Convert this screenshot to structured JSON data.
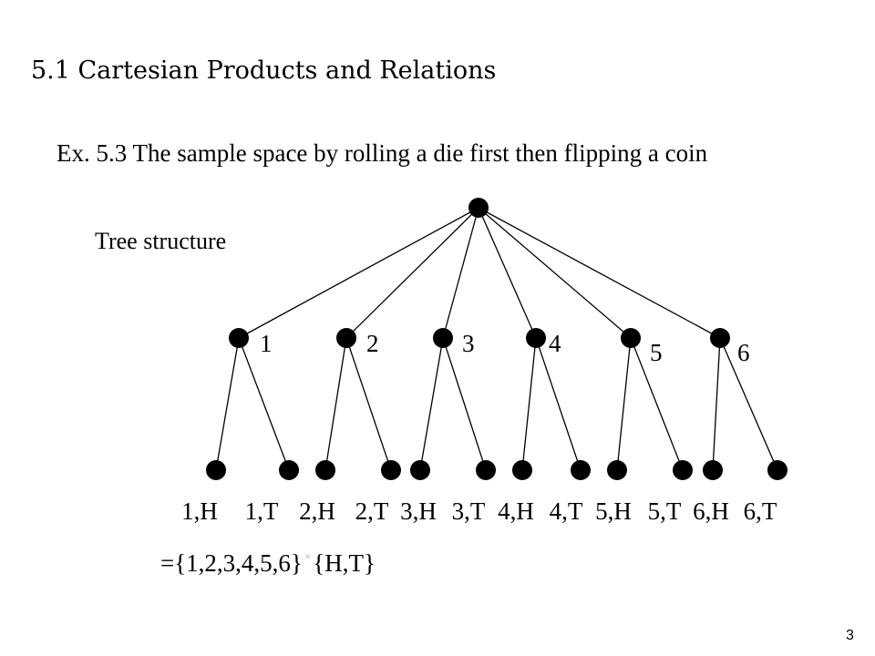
{
  "slide": {
    "title": "5.1 Cartesian Products and Relations",
    "subtitle": "Ex. 5.3 The sample space by rolling a die first then flipping a coin",
    "tree_label": "Tree structure",
    "set_expression": {
      "left": "={1,2,3,4,5,6}",
      "operator": "×",
      "right": "{H,T}"
    },
    "page_number": "3"
  },
  "tree": {
    "die_labels": [
      "1",
      "2",
      "3",
      "4",
      "5",
      "6"
    ],
    "outcomes": [
      "1,H",
      "1,T",
      "2,H",
      "2,T",
      "3,H",
      "3,T",
      "4,H",
      "4,T",
      "5,H",
      "5,T",
      "6,H",
      "6,T"
    ]
  }
}
